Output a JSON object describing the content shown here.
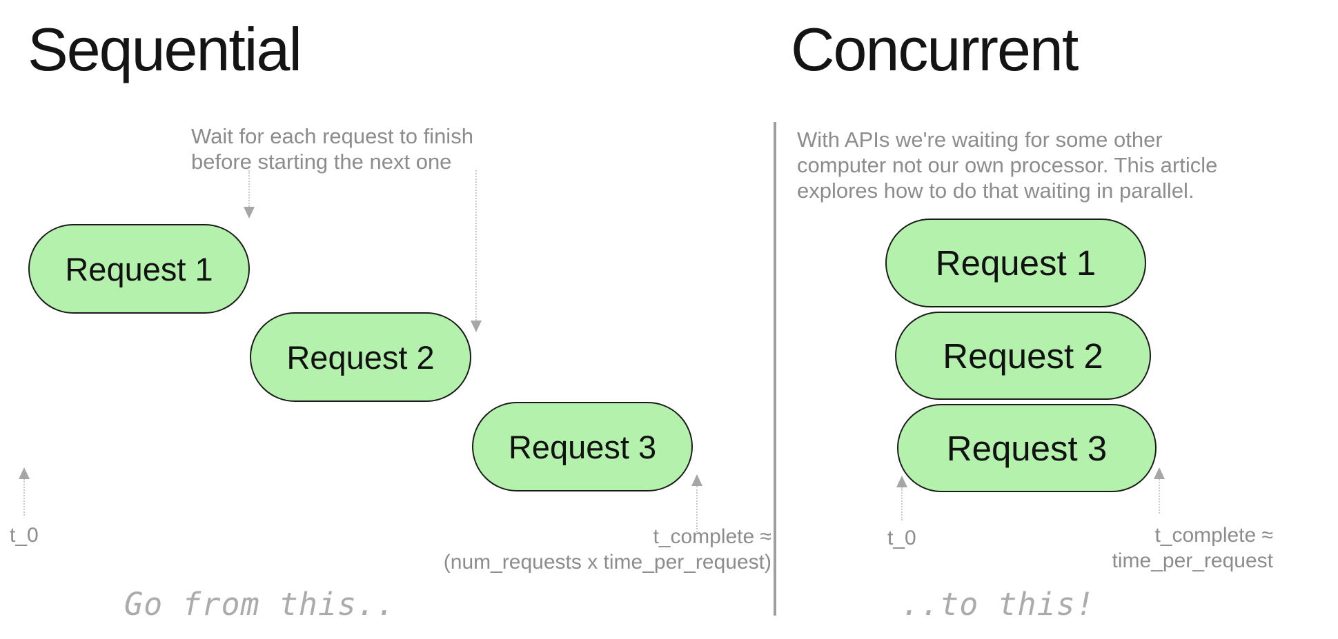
{
  "left": {
    "title": "Sequential",
    "annotation_line1": "Wait for each request to finish",
    "annotation_line2": "before starting the next one",
    "pills": [
      "Request 1",
      "Request 2",
      "Request 3"
    ],
    "t0_label": "t_0",
    "t_complete_line1": "t_complete ≈",
    "t_complete_line2": "(num_requests x time_per_request)",
    "caption": "Go from this.."
  },
  "right": {
    "title": "Concurrent",
    "annotation_line1": "With APIs we're waiting for some other",
    "annotation_line2": "computer not our own processor. This article",
    "annotation_line3": "explores how to do that waiting in parallel.",
    "pills": [
      "Request 1",
      "Request 2",
      "Request 3"
    ],
    "t0_label": "t_0",
    "t_complete_line1": "t_complete ≈",
    "t_complete_line2": "time_per_request",
    "caption": "..to this!"
  },
  "colors": {
    "pill_fill": "#b4f1ac",
    "pill_border": "#1a1a1a",
    "title_text": "#141414",
    "muted_text": "#8c8c8c",
    "caption_text": "#ababab",
    "divider": "#9e9e9e",
    "arrow_line": "#c9c9c9",
    "arrow_head": "#a6a6a6"
  }
}
